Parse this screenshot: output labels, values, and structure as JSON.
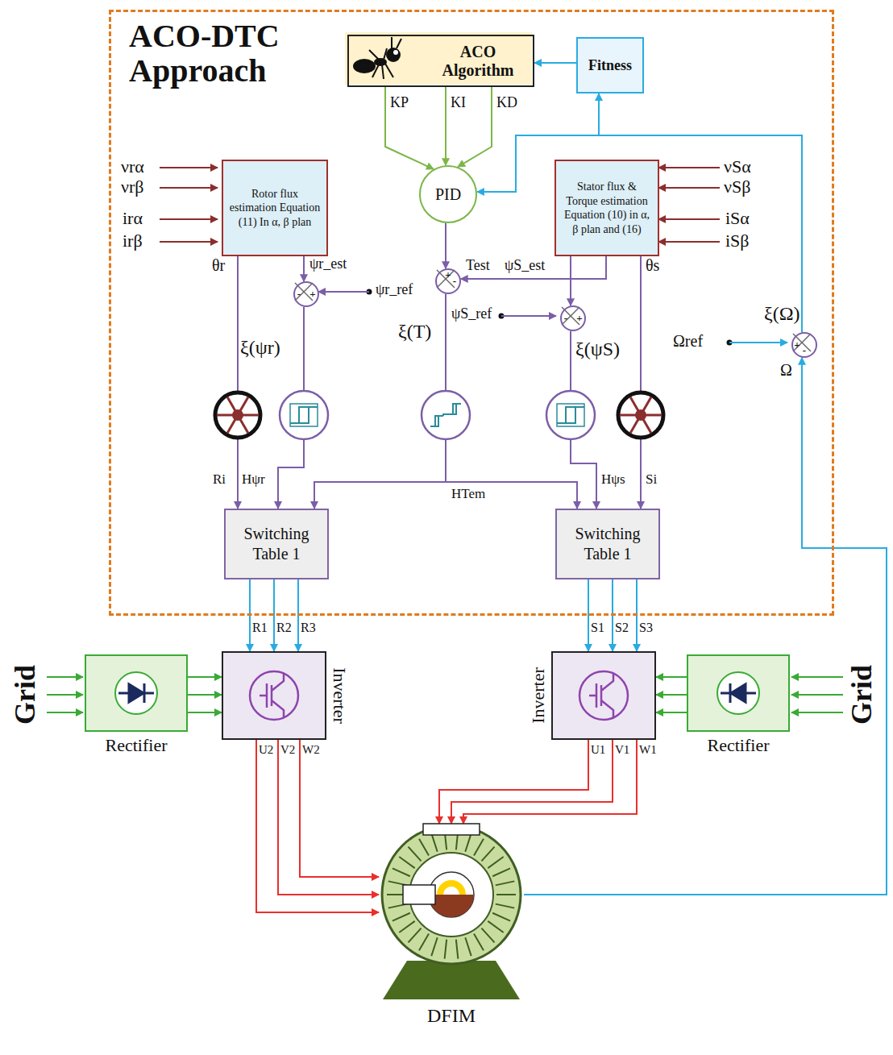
{
  "diagram": {
    "nodes": [
      {
        "text": [
          "ACO-DTC Approach"
        ]
      },
      {
        "text": [
          "ACO Algorithm"
        ],
        "in": 0
      },
      {
        "text": [
          "Fitness"
        ],
        "in": 0
      },
      {
        "text": [
          "PID"
        ],
        "in": 0
      },
      {
        "text": [
          "Rotor flux estimation Equation (11) In α, β plan"
        ],
        "in": 0
      },
      {
        "text": [
          "Stator flux & Torque estimation Equation (10) in α, β plan and (16)"
        ],
        "in": 0
      },
      {
        "text": [
          "+",
          "-"
        ],
        "in": 0
      },
      {
        "text": [
          "-",
          "+"
        ],
        "in": 0
      },
      {
        "text": [
          "-",
          "+"
        ],
        "in": 0
      },
      {
        "text": [
          "+",
          "-"
        ],
        "in": 0
      },
      {
        "text": [
          "Switching Table 1"
        ],
        "in": 0
      },
      {
        "text": [
          "Switching Table 1"
        ],
        "in": 0
      },
      {
        "text": [
          "Rectifier"
        ]
      },
      {
        "text": [
          "Inverter"
        ]
      },
      {
        "text": [
          "Inverter"
        ]
      },
      {
        "text": [
          "Rectifier"
        ]
      },
      {
        "text": [
          "DFIM"
        ]
      }
    ],
    "edges": [
      {
        "from": 1,
        "to": 3,
        "arrow": "to",
        "label": "KP"
      },
      {
        "from": 1,
        "to": 3,
        "arrow": "to",
        "label": "KI"
      },
      {
        "from": 1,
        "to": 3,
        "arrow": "to",
        "label": "KD"
      },
      {
        "from": 2,
        "to": 1,
        "arrow": "to"
      },
      {
        "from": 9,
        "to": 2,
        "arrow": "to"
      },
      {
        "from": 9,
        "to": 3,
        "arrow": "to"
      },
      {
        "from": 3,
        "to": 6,
        "arrow": "to"
      },
      {
        "from": 5,
        "to": 6,
        "arrow": "to",
        "label": "Test"
      },
      {
        "from": 5,
        "to": 8,
        "arrow": "to",
        "label": "ψS_est"
      },
      {
        "from": 4,
        "to": 7,
        "arrow": "to",
        "label": "ψr_est"
      },
      {
        "from": 4,
        "to": 10,
        "arrow": "to",
        "label": "θr"
      },
      {
        "from": 7,
        "to": 10,
        "arrow": "to"
      },
      {
        "from": 6,
        "to": 10,
        "arrow": "to"
      },
      {
        "from": 6,
        "to": 11,
        "arrow": "to"
      },
      {
        "from": 8,
        "to": 11,
        "arrow": "to"
      },
      {
        "from": 5,
        "to": 11,
        "arrow": "to",
        "label": "θs"
      },
      {
        "from": 10,
        "to": 13,
        "arrow": "to",
        "label": "R1"
      },
      {
        "from": 10,
        "to": 13,
        "arrow": "to",
        "label": "R2"
      },
      {
        "from": 10,
        "to": 13,
        "arrow": "to",
        "label": "R3"
      },
      {
        "from": 11,
        "to": 14,
        "arrow": "to",
        "label": "S1"
      },
      {
        "from": 11,
        "to": 14,
        "arrow": "to",
        "label": "S2"
      },
      {
        "from": 11,
        "to": 14,
        "arrow": "to",
        "label": "S3"
      },
      {
        "from": 12,
        "to": 13,
        "arrow": "to"
      },
      {
        "from": 12,
        "to": 13,
        "arrow": "to"
      },
      {
        "from": 12,
        "to": 13,
        "arrow": "to"
      },
      {
        "from": 15,
        "to": 14,
        "arrow": "to"
      },
      {
        "from": 15,
        "to": 14,
        "arrow": "to"
      },
      {
        "from": 15,
        "to": 14,
        "arrow": "to"
      },
      {
        "from": 13,
        "to": 16,
        "arrow": "to",
        "label": "U2"
      },
      {
        "from": 13,
        "to": 16,
        "arrow": "to",
        "label": "V2"
      },
      {
        "from": 13,
        "to": 16,
        "arrow": "to",
        "label": "W2"
      },
      {
        "from": 14,
        "to": 16,
        "arrow": "to",
        "label": "U1"
      },
      {
        "from": 14,
        "to": 16,
        "arrow": "to",
        "label": "V1"
      },
      {
        "from": 14,
        "to": 16,
        "arrow": "to",
        "label": "W1"
      },
      {
        "from": 16,
        "to": 9,
        "arrow": "to",
        "label": "Ω"
      }
    ],
    "labels": [
      "νrα",
      "νrβ",
      "irα",
      "irβ",
      "νSα",
      "νSβ",
      "iSα",
      "iSβ",
      "ψr_ref",
      "ψS_ref",
      "Ωref",
      "ξ(Ω)",
      "ξ(ψr)",
      "ξ(T)",
      "ξ(ψS)",
      "Ri",
      "Hψr",
      "HTem",
      "Hψs",
      "Si",
      "Grid",
      "Grid"
    ]
  }
}
